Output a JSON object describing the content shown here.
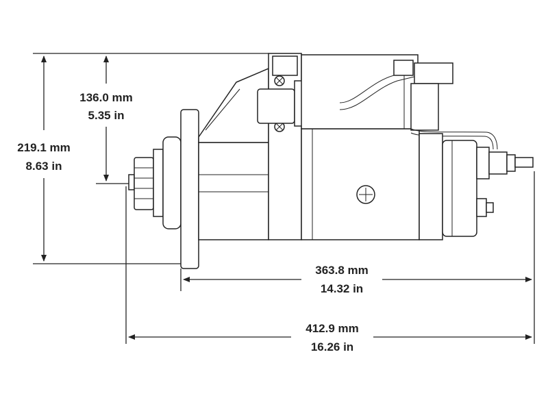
{
  "dimensions": {
    "overall_height": {
      "mm": "219.1 mm",
      "in": "8.63 in"
    },
    "upper_height": {
      "mm": "136.0 mm",
      "in": "5.35 in"
    },
    "body_length": {
      "mm": "363.8 mm",
      "in": "14.32 in"
    },
    "overall_length": {
      "mm": "412.9 mm",
      "in": "16.26 in"
    }
  },
  "colors": {
    "line": "#222222",
    "background": "#ffffff"
  }
}
